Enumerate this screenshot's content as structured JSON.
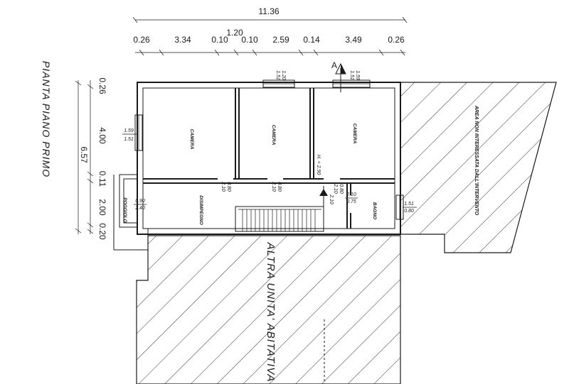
{
  "drawing": {
    "title": "PIANTA PIANO PRIMO",
    "section_marker": "A"
  },
  "dimensions": {
    "overall_width": "11.36",
    "top_secondary": "1.20",
    "top_chain": [
      "0.26",
      "3.34",
      "0.10",
      "0.10",
      "2.59",
      "0.14",
      "3.49",
      "0.26"
    ],
    "side_total": "6.57",
    "side_chain": [
      "0.26",
      "4.00",
      "0.11",
      "2.00",
      "0.20"
    ]
  },
  "rooms": {
    "camera_1": "CAMERA",
    "camera_2": "CAMERA",
    "camera_3": "CAMERA",
    "disimpegno": "DISIMPEGNO",
    "bagno": "BAGNO",
    "poggiolo": "POGGIOLO",
    "height_note": "H. = 2.90"
  },
  "openings": {
    "win_top_1": [
      "1.20",
      "1.51"
    ],
    "win_top_2": [
      "1.59",
      "1.51"
    ],
    "win_left": [
      "1.59",
      "1.51"
    ],
    "win_right": [
      "1.51",
      "0.80"
    ],
    "door_poggiolo": [
      "0.90",
      "2.40"
    ],
    "door_camera_1": [
      "0.80",
      "2.10"
    ],
    "door_camera_2": [
      "0.80",
      "2.10"
    ],
    "door_camera_3": [
      "0.80",
      "2.10"
    ],
    "door_stair": [
      "2.10"
    ],
    "door_bagno": [
      "2.10",
      "0.75"
    ]
  },
  "areas": {
    "hatched_right": "AREA NON INTERESSATA DALL'INTERVENTO",
    "hatched_bottom": "ALTRA UNITA' ABITATIVA"
  }
}
